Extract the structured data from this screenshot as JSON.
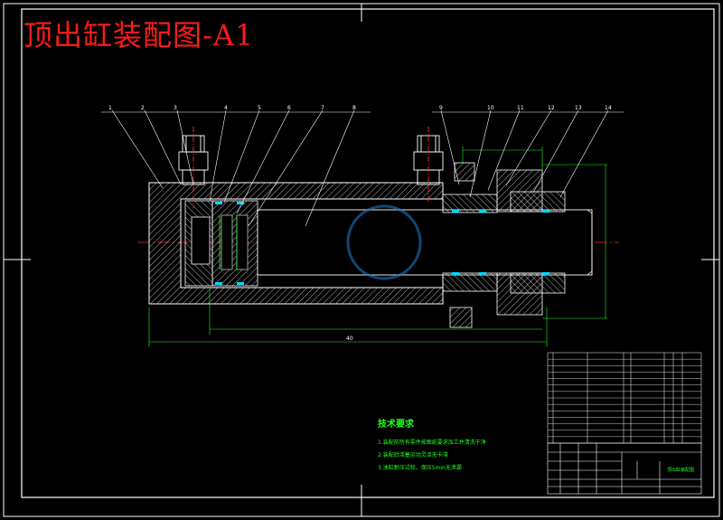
{
  "drawing": {
    "title": "顶出缸装配图-A1",
    "balloons": [
      "1",
      "2",
      "3",
      "4",
      "5",
      "6",
      "7",
      "8",
      "9",
      "10",
      "11",
      "12",
      "13",
      "14"
    ],
    "dimension_label": "40",
    "tech_requirements": {
      "title": "技术要求",
      "items": [
        "1.装配前所有零件按图纸要求加工并清洗干净",
        "2.装配后活塞运动灵活无卡滞",
        "3.油缸耐压试验，保压5min无泄漏"
      ]
    },
    "title_block": {
      "drawing_name": "顶出缸装配图"
    },
    "colors": {
      "frame": "#ffffff",
      "outline": "#ffffff",
      "hatch": "#ffffff",
      "centerline": "#ff2a2a",
      "dimension": "#22ff22",
      "seal": "#00d8ff",
      "leader": "#ffffff",
      "title": "#ff1a1a"
    }
  }
}
